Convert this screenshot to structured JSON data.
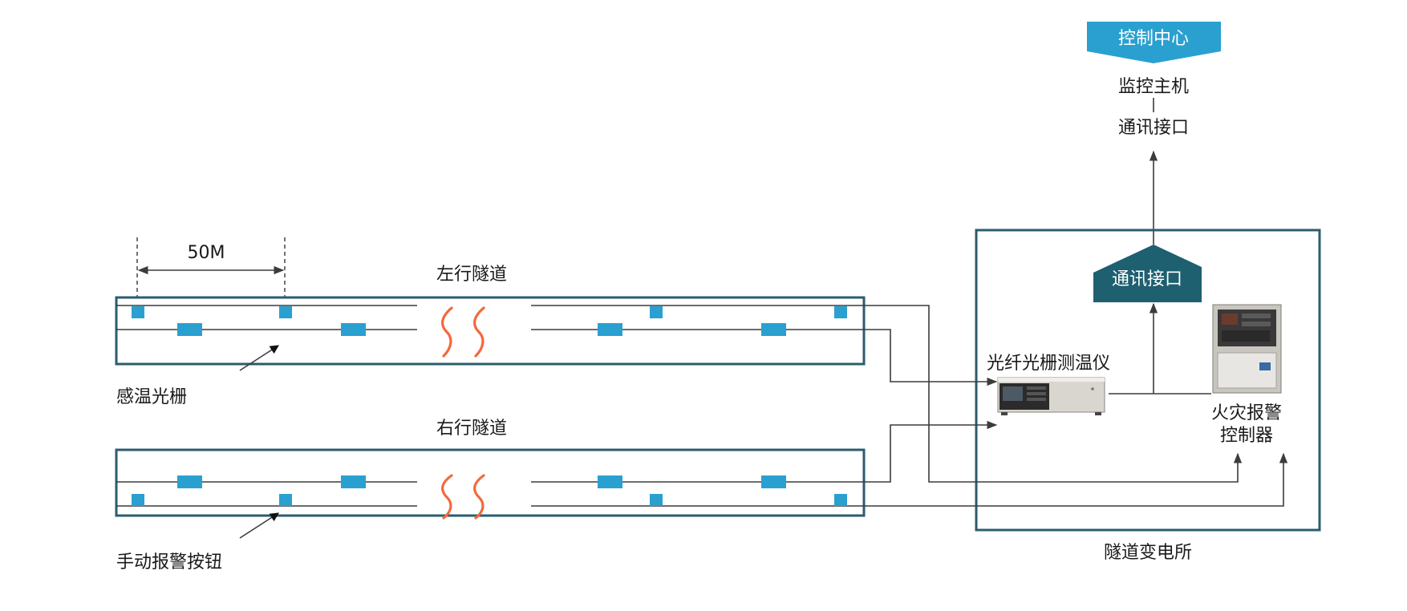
{
  "control_center": {
    "label": "控制中心",
    "host": "监控主机",
    "comm": "通讯接口"
  },
  "tunnels": {
    "left": {
      "label": "左行隧道"
    },
    "right": {
      "label": "右行隧道"
    },
    "spacing": "50M"
  },
  "legend": {
    "grating": "感温光栅",
    "button": "手动报警按钮"
  },
  "substation": {
    "label": "隧道变电所",
    "comm_interface": "通讯接口",
    "fbg_device": "光纤光栅测温仪",
    "fire_controller_line1": "火灾报警",
    "fire_controller_line2": "控制器"
  },
  "colors": {
    "accent": "#2aa0d0",
    "frame": "#2b5c6e",
    "flame": "#f26a3a",
    "comm_box": "#1e5f70"
  }
}
